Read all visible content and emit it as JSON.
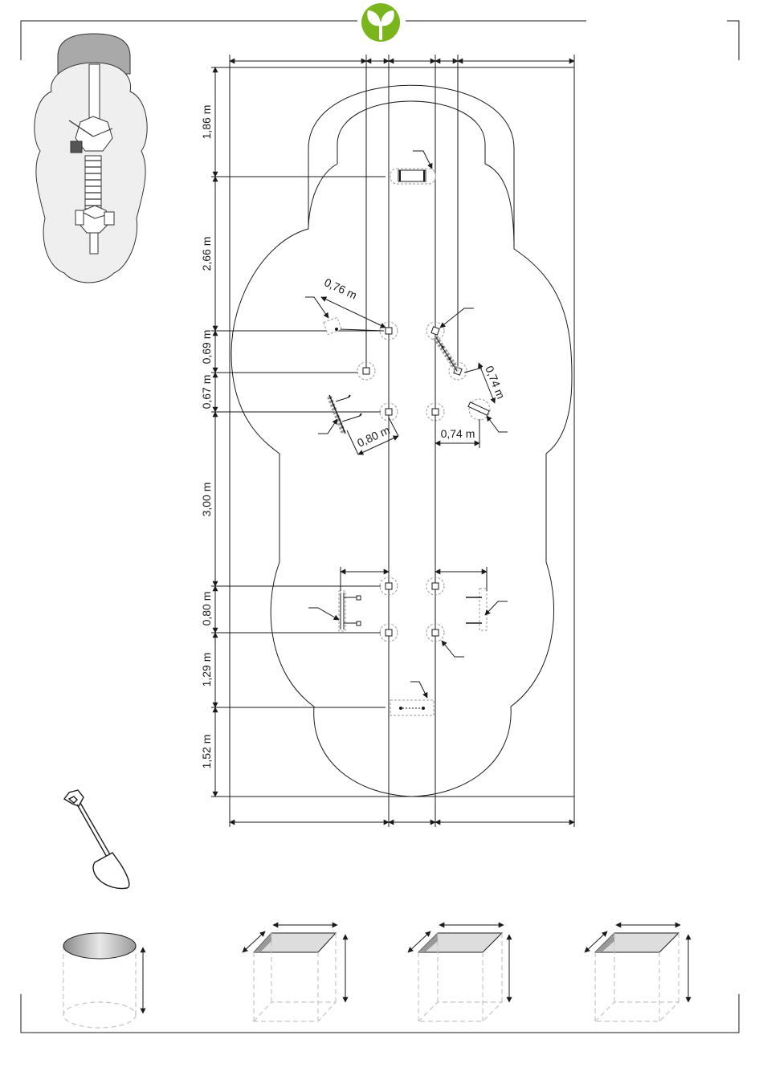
{
  "colors": {
    "brand": "#7ab51d",
    "ink": "#1a1a1a",
    "zone_fill": "#efefef",
    "path_fill": "#aaaaaa"
  },
  "icons": [
    "brand-logo-icon",
    "shovel-icon",
    "cylinder-footing-icon",
    "square-footing-icon"
  ],
  "dimensions": {
    "vertical": [
      "1,86 m",
      "2,66 m",
      "0,69 m",
      "0,67 m",
      "3,00 m",
      "0,80 m",
      "1,29 m",
      "1,52 m"
    ],
    "angled": [
      "0,76 m",
      "0,74 m",
      "0,80 m"
    ],
    "horizontal": [
      "0,74 m"
    ]
  }
}
